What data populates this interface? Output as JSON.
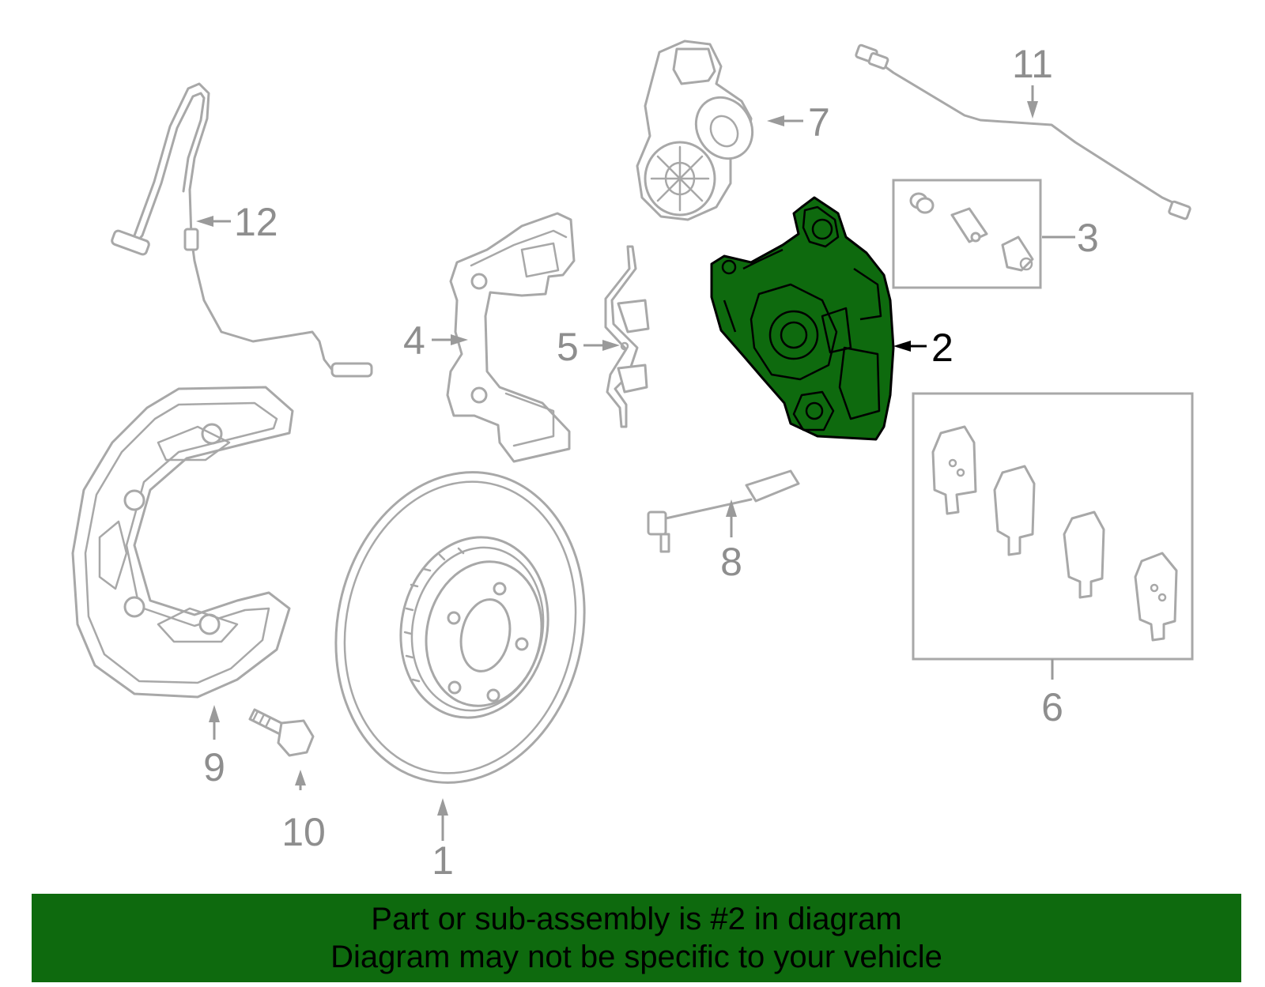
{
  "callouts": {
    "c1": "1",
    "c2": "2",
    "c3": "3",
    "c4": "4",
    "c5": "5",
    "c6": "6",
    "c7": "7",
    "c8": "8",
    "c9": "9",
    "c10": "10",
    "c11": "11",
    "c12": "12"
  },
  "highlighted_part": "2",
  "colors": {
    "highlight": "#0e6a0e",
    "line": "#a8a8a8",
    "callout_text": "#8e8e8e",
    "banner": "#0e6a0e"
  },
  "banner": {
    "line1": "Part or sub-assembly is #2 in diagram",
    "line2": "Diagram may not be specific to your vehicle"
  }
}
